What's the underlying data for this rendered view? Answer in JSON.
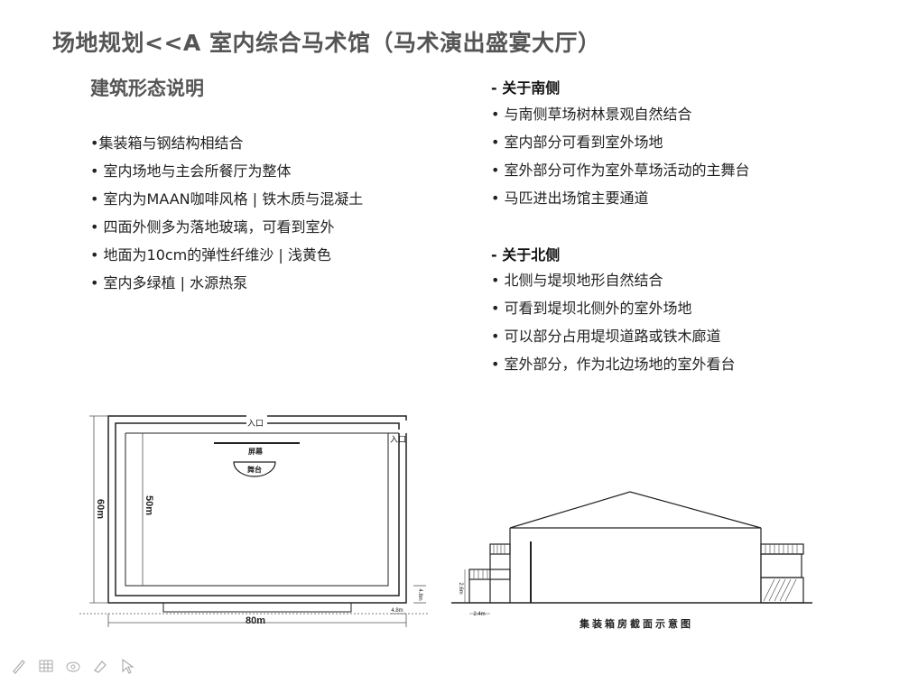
{
  "slide": {
    "title": "场地规划<<A 室内综合马术馆（马术演出盛宴大厅）",
    "subtitle": "建筑形态说明",
    "left_items": [
      "•集装箱与钢结构相结合",
      "• 室内场地与主会所餐厅为整体",
      "• 室内为MAAN咖啡风格 | 铁木质与混凝土",
      "• 四面外侧多为落地玻璃，可看到室外",
      "• 地面为10cm的弹性纤维沙 | 浅黄色",
      "• 室内多绿植 | 水源热泵"
    ],
    "south": {
      "heading": "- 关于南侧",
      "items": [
        "• 与南侧草场树林景观自然结合",
        "• 室内部分可看到室外场地",
        "• 室外部分可作为室外草场活动的主舞台",
        "• 马匹进出场馆主要通道"
      ]
    },
    "north": {
      "heading": "- 关于北侧",
      "items": [
        "• 北侧与堤坝地形自然结合",
        "• 可看到堤坝北侧外的室外场地",
        "• 可以部分占用堤坝道路或铁木廊道",
        "• 室外部分，作为北边场地的室外看台"
      ]
    }
  },
  "plan": {
    "entrance_top": "入口",
    "entrance_right": "入口",
    "screen_label": "屏幕",
    "stage_label": "舞台",
    "dim_60": "60m",
    "dim_50": "50m",
    "dim_80": "80m",
    "dim_48a": "4.8m",
    "dim_48b": "4.8m"
  },
  "section": {
    "caption": "集装箱房截面示意图",
    "dim_26": "2.6m",
    "dim_24": "2.4m"
  },
  "toolbar": {
    "tools": [
      "pen-icon",
      "grid-icon",
      "eraser-icon",
      "marker-icon",
      "cursor-icon"
    ]
  }
}
